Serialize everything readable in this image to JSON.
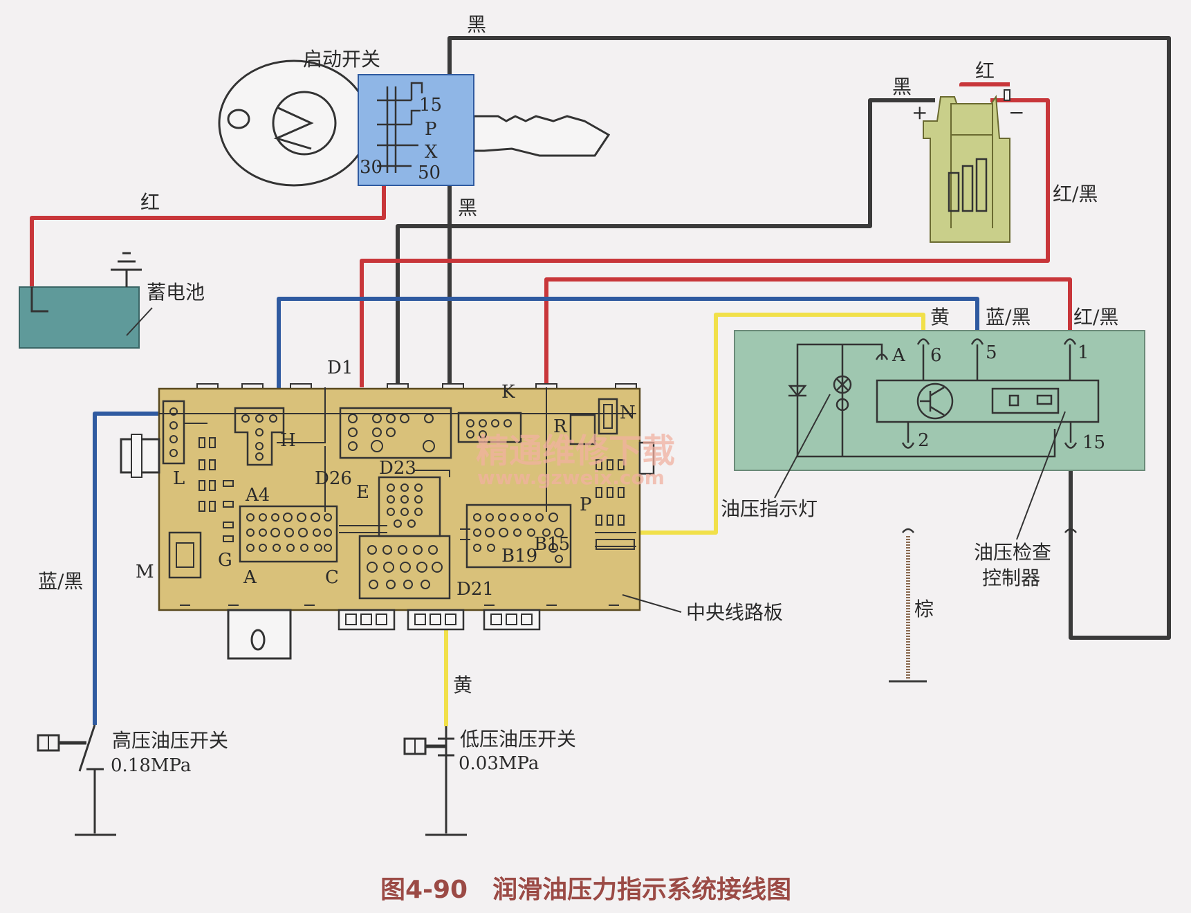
{
  "colors": {
    "wire_red": "#c8363a",
    "wire_black": "#3a3a3a",
    "wire_blue": "#2f5aa0",
    "wire_yellow": "#f1e04a",
    "wire_brown": "#8a6a50",
    "board_fill": "#d9c17a",
    "switch_fill": "#8fb6e6",
    "battery_fill": "#5f9a9a",
    "coil_fill": "#c9cf8a",
    "controller_fill": "#9fc7b0",
    "caption_color": "#9b4a45",
    "watermark_color": "#f0b0a0"
  },
  "components": {
    "ignition_switch": {
      "label": "启动开关",
      "terminals": [
        "15",
        "P",
        "X",
        "30",
        "50"
      ]
    },
    "battery": {
      "label": "蓄电池"
    },
    "central_board": {
      "label": "中央线路板",
      "connectors": [
        "D1",
        "K",
        "H",
        "R",
        "N",
        "L",
        "D26",
        "D23",
        "A4",
        "E",
        "P",
        "M",
        "G",
        "A",
        "C",
        "B15",
        "B19",
        "D21"
      ]
    },
    "controller": {
      "label_line1": "油压检查",
      "label_line2": "控制器",
      "terminals": [
        "A",
        "6",
        "5",
        "1",
        "2",
        "15"
      ]
    },
    "oil_lamp": {
      "label": "油压指示灯"
    },
    "coil": {
      "plus": "+",
      "minus": "−"
    },
    "high_pressure_switch": {
      "label": "高压油压开关",
      "value": "0.18MPa"
    },
    "low_pressure_switch": {
      "label": "低压油压开关",
      "value": "0.03MPa"
    }
  },
  "wire_labels": {
    "top_black": "黑",
    "mid_black": "黑",
    "coil_black": "黑",
    "coil_red": "红",
    "coil_red_black": "红/黑",
    "battery_red": "红",
    "yellow_top": "黄",
    "blue_black_top": "蓝/黑",
    "red_black_top": "红/黑",
    "blue_black_left": "蓝/黑",
    "yellow_bottom": "黄",
    "brown": "棕"
  },
  "watermark": {
    "line1": "精通维修下载",
    "line2": "www.gzweix.com"
  },
  "caption": "图4-90　润滑油压力指示系统接线图"
}
